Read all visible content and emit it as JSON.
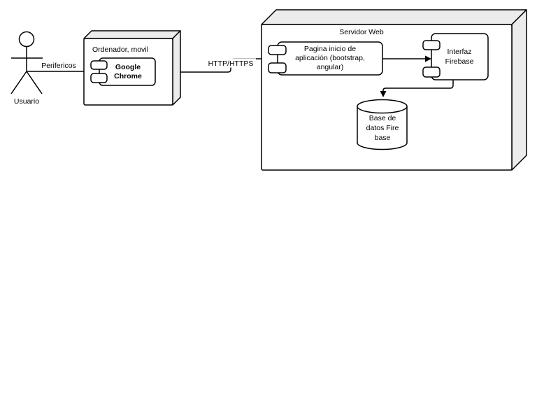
{
  "canvas": {
    "width": "768",
    "height": "593",
    "background": "#ffffff"
  },
  "palette": {
    "stroke": "#000000",
    "node_face": "#ffffff",
    "node_side": "#ececec",
    "text": "#000000"
  },
  "actor": {
    "label": "Usuario"
  },
  "connectors": {
    "perifericos_label": "Perifericos",
    "http_label": "HTTP/HTTPS"
  },
  "client_node": {
    "title": "Ordenador, movil",
    "browser_component": {
      "line1": "Google",
      "line2": "Chrome"
    }
  },
  "server_node": {
    "title": "Servidor Web",
    "app_component": {
      "line1": "Pagina inicio de",
      "line2": "aplicación (bootstrap,",
      "line3": "angular)"
    },
    "firebase_component": {
      "line1": "Interfaz",
      "line2": "Firebase"
    },
    "database": {
      "line1": "Base de",
      "line2": "datos Fire",
      "line3": "base"
    }
  }
}
